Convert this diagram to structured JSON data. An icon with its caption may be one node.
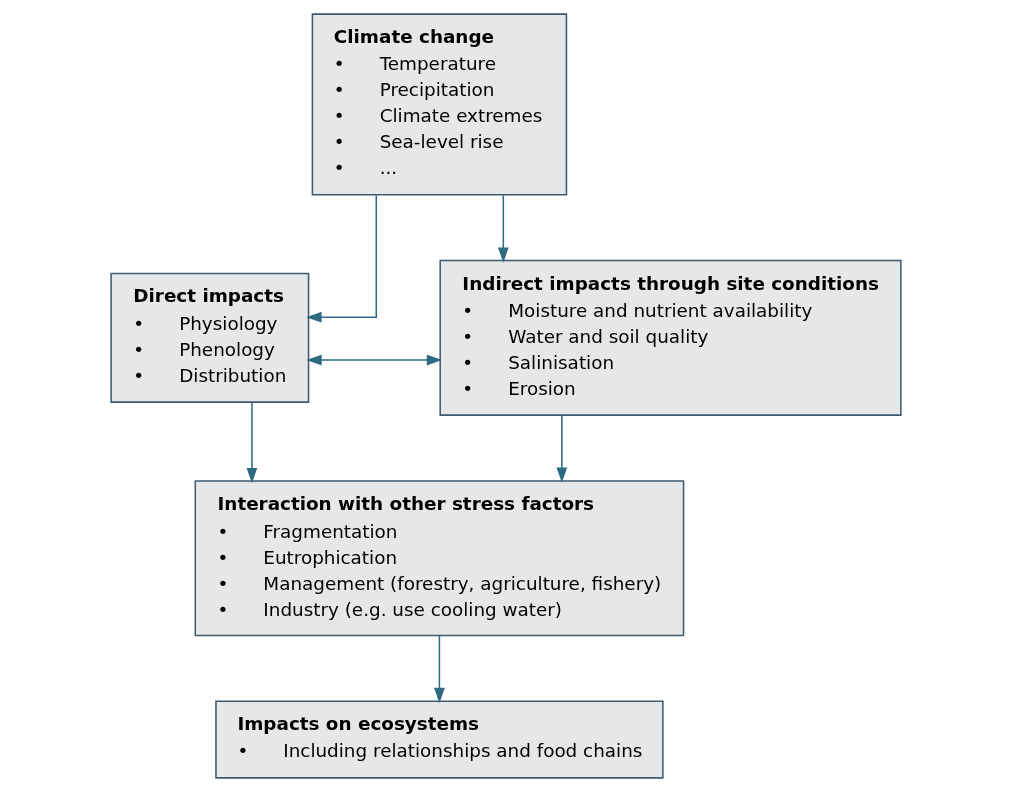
{
  "diagram": {
    "nodes": [
      {
        "text": [
          "Climate change",
          "•      Temperature",
          "•      Precipitation",
          "•      Climate extremes",
          "•      Sea-level rise",
          "•      ..."
        ]
      },
      {
        "text": [
          "Direct impacts",
          "•      Physiology",
          "•      Phenology",
          "•      Distribution"
        ]
      },
      {
        "text": [
          "Indirect impacts through site conditions",
          "•      Moisture and nutrient availability",
          "•      Water and soil quality",
          "•      Salinisation",
          "•      Erosion"
        ]
      },
      {
        "text": [
          "Interaction with other stress factors",
          "•      Fragmentation",
          "•      Eutrophication",
          "•      Management (forestry, agriculture, fishery)",
          "•      Industry (e.g. use cooling water)"
        ]
      },
      {
        "text": [
          "Impacts on ecosystems",
          "•      Including relationships and food chains"
        ]
      }
    ],
    "edges": [
      {
        "from": 0,
        "to": 1,
        "arrow": "to"
      },
      {
        "from": 0,
        "to": 2,
        "arrow": "to"
      },
      {
        "from": 1,
        "to": 2,
        "arrow": "both"
      },
      {
        "from": 1,
        "to": 3,
        "arrow": "to"
      },
      {
        "from": 2,
        "to": 3,
        "arrow": "to"
      },
      {
        "from": 3,
        "to": 4,
        "arrow": "to"
      }
    ]
  }
}
